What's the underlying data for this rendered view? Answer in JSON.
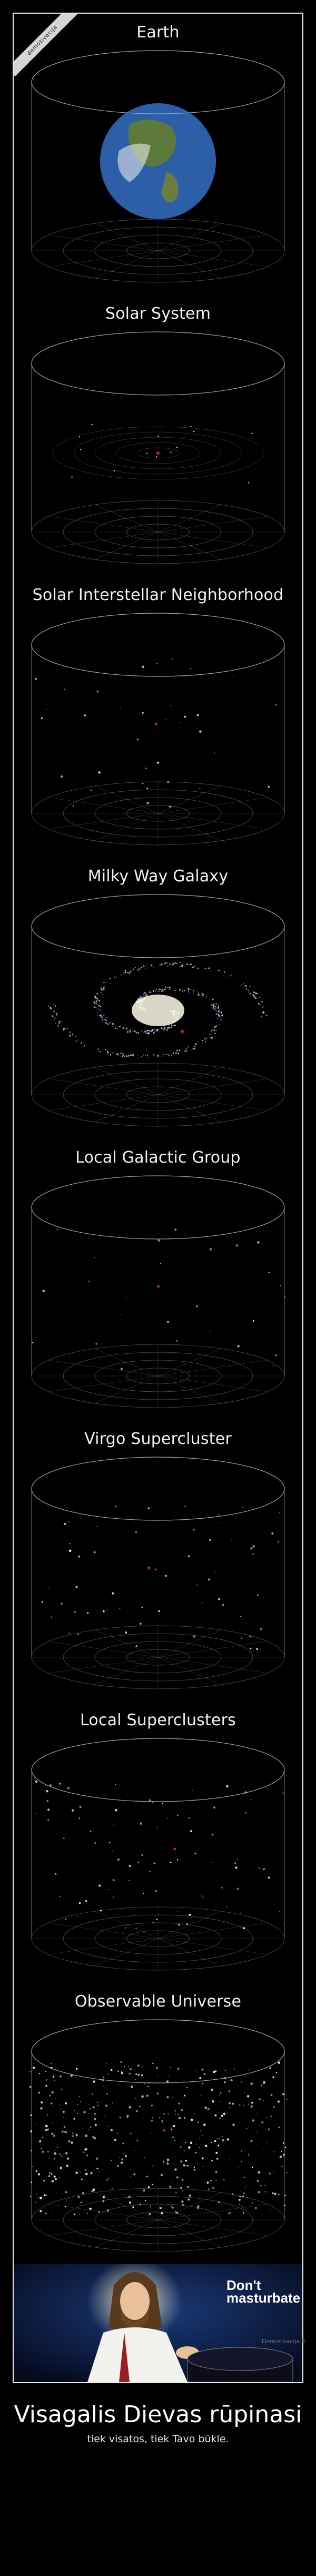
{
  "badge": "demotivacija",
  "sections": [
    {
      "title": "Earth"
    },
    {
      "title": "Solar System"
    },
    {
      "title": "Solar Interstellar Neighborhood"
    },
    {
      "title": "Milky Way Galaxy"
    },
    {
      "title": "Local Galactic Group"
    },
    {
      "title": "Virgo Supercluster"
    },
    {
      "title": "Local Superclusters"
    },
    {
      "title": "Observable Universe"
    }
  ],
  "meme_text": [
    "Don't",
    "masturbate"
  ],
  "watermark": "Demotivacija.lt",
  "poster": {
    "title": "Visagalis Dievas rūpinasi",
    "subtitle": "tiek visatos, tiek Tavo būkle."
  },
  "colors": {
    "frame": "#eaeaea",
    "grid": "#6f7584",
    "highlight": "#d0202a",
    "earth_blue": "#2d5fa8"
  }
}
